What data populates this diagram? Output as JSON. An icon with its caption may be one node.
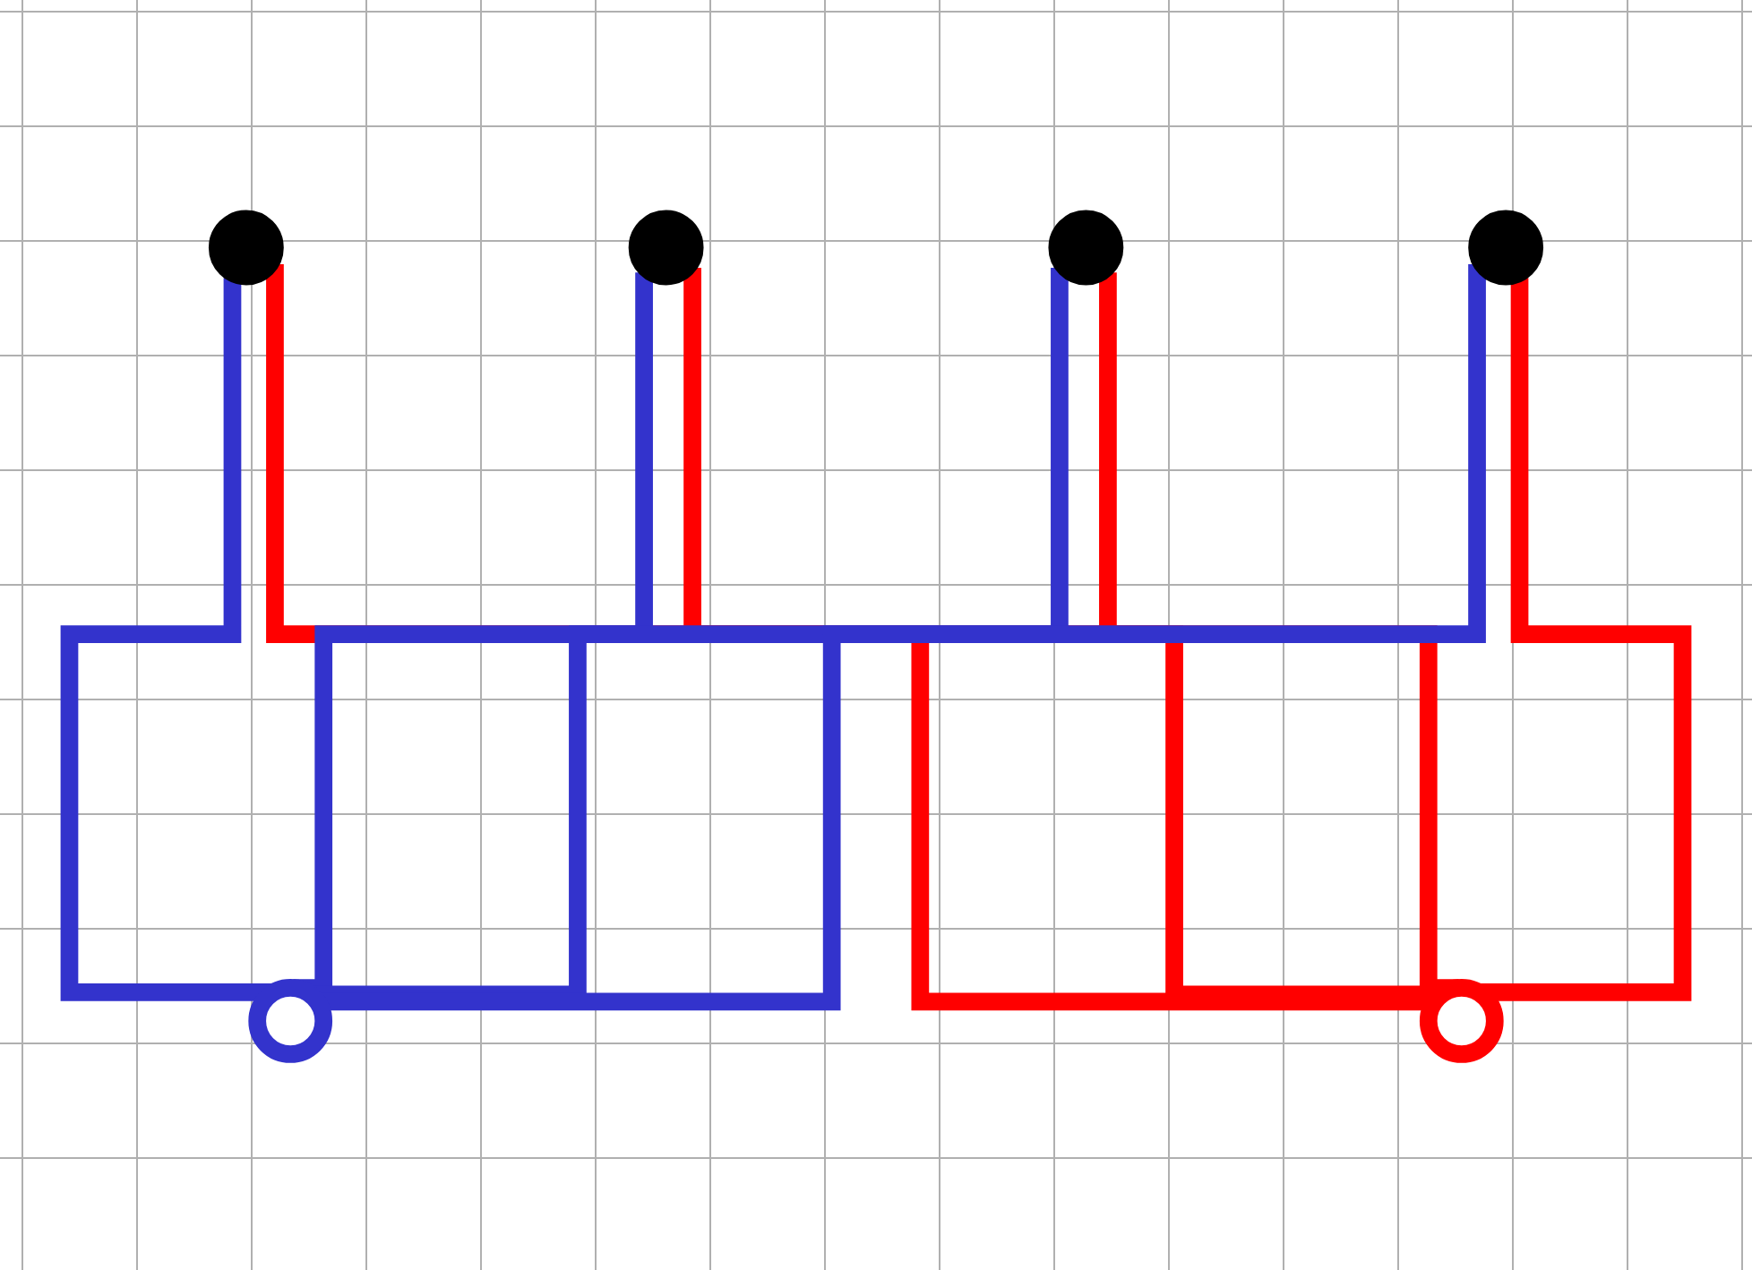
{
  "diagram": {
    "nodes": [
      {
        "text": [],
        "shape": "circle"
      },
      {
        "text": [],
        "shape": "circle"
      },
      {
        "text": [],
        "shape": "circle"
      },
      {
        "text": [],
        "shape": "circle"
      },
      {
        "text": [],
        "shape": "circle"
      },
      {
        "text": [],
        "shape": "circle"
      }
    ],
    "edges": [
      {
        "from": 0,
        "to": 4,
        "arrow": "none",
        "color": "#3333cc"
      },
      {
        "from": 0,
        "to": 5,
        "arrow": "none",
        "color": "#ff0000"
      },
      {
        "from": 1,
        "to": 4,
        "arrow": "none",
        "color": "#3333cc"
      },
      {
        "from": 1,
        "to": 5,
        "arrow": "none",
        "color": "#ff0000"
      },
      {
        "from": 2,
        "to": 4,
        "arrow": "none",
        "color": "#3333cc"
      },
      {
        "from": 2,
        "to": 5,
        "arrow": "none",
        "color": "#ff0000"
      },
      {
        "from": 3,
        "to": 4,
        "arrow": "none",
        "color": "#3333cc"
      },
      {
        "from": 3,
        "to": 5,
        "arrow": "none",
        "color": "#ff0000"
      }
    ]
  }
}
